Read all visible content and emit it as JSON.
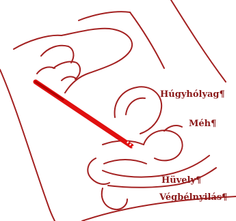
{
  "labels": {
    "bladder": "Húgyhólyag¶",
    "uterus": "Méh¶",
    "vagina": "Hüvely¶",
    "anus": "Végbélnyilás¶"
  },
  "colors": {
    "outline": "#a32020",
    "label_text": "#8b1a1a",
    "applicator": "#e01010",
    "background": "#ffffff"
  }
}
